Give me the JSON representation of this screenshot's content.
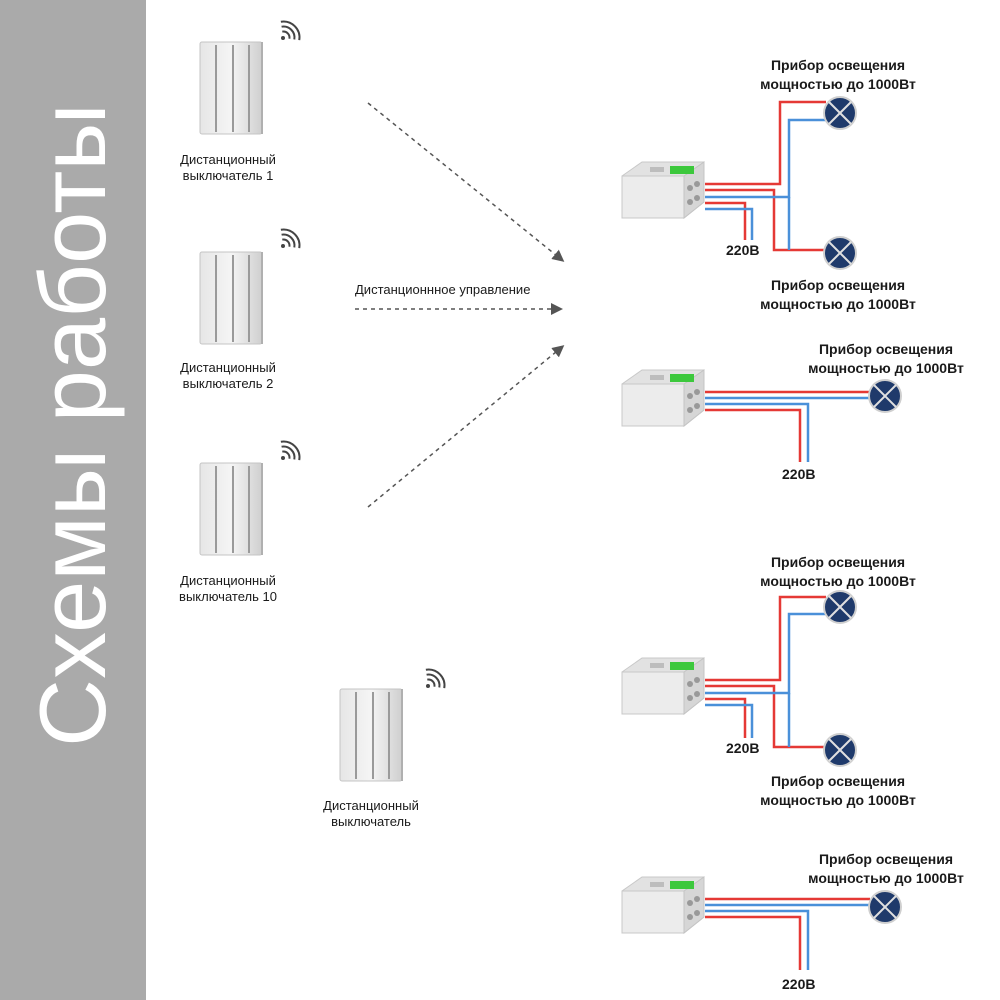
{
  "sidebar": {
    "title": "Схемы работы"
  },
  "switches": [
    {
      "line1": "Дистанционный",
      "line2": "выключатель 1"
    },
    {
      "line1": "Дистанционный",
      "line2": "выключатель 2"
    },
    {
      "line1": "Дистанционный",
      "line2": "выключатель 10"
    },
    {
      "line1": "Дистанционный",
      "line2": "выключатель"
    }
  ],
  "remote_control_label": "Дистанционнное управление",
  "lamp": {
    "line1": "Прибор освещения",
    "line2": "мощностью до 1000Вт"
  },
  "voltage": "220В",
  "colors": {
    "sidebar": "#aaaaaa",
    "wire_phase": "#e53935",
    "wire_neutral": "#4a90d9",
    "lamp": "#1f3a6b",
    "led": "#3cc83c"
  }
}
